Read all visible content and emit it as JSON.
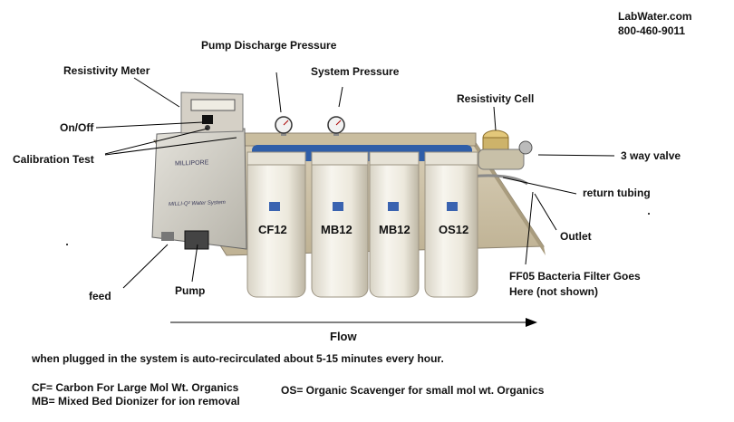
{
  "brand": {
    "site": "LabWater.com",
    "phone": "800-460-9011"
  },
  "callouts": {
    "resistivity_meter": "Resistivity Meter",
    "on_off": "On/Off",
    "calibration_test": "Calibration Test",
    "pump_discharge_pressure": "Pump Discharge Pressure",
    "system_pressure": "System Pressure",
    "resistivity_cell": "Resistivity Cell",
    "three_way_valve": "3 way valve",
    "return_tubing": "return tubing",
    "outlet": "Outlet",
    "ff05_filter_line1": "FF05 Bacteria Filter Goes",
    "ff05_filter_line2": "Here (not shown)",
    "feed": "feed",
    "pump": "Pump"
  },
  "device": {
    "maker_label": "MILLIPORE",
    "model_label": "MILLI-Q² Water System"
  },
  "filters": [
    {
      "label": "CF12"
    },
    {
      "label": "MB12"
    },
    {
      "label": "MB12"
    },
    {
      "label": "OS12"
    }
  ],
  "flow_label": "Flow",
  "notes": {
    "recirculation": "when plugged  in the system is auto-recirculated about 5-15 minutes every hour.",
    "cf_def": "CF= Carbon For Large Mol Wt. Organics",
    "os_def": "OS= Organic Scavenger for small mol wt. Organics",
    "mb_def": "MB= Mixed Bed Dionizer for ion removal"
  },
  "colors": {
    "housing": "#f2efe6",
    "bracket": "#cfc3a8",
    "panel": "#d9d7d0",
    "blue_band": "#2f5ea8"
  }
}
